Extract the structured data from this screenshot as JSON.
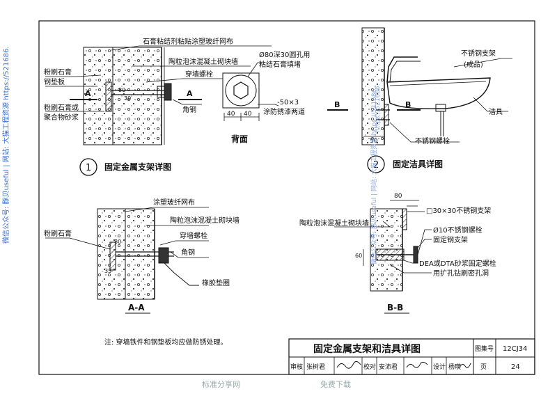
{
  "watermarks": {
    "left_vertical": "微信公众号: 豚贝useful | 网站: 大猫工程资源 https://521686.",
    "mid_vertical_1": "微信公众号: 豚贝useful | 网站: 大猫工程资源 https://521686.",
    "mid_vertical_2": "https://521686.",
    "bottom_left": "标准分享网",
    "bottom_right": "免费下载"
  },
  "detail1": {
    "num": "1",
    "title": "固定金属支架详图",
    "labels": {
      "gypsum_adhesive_mesh": "石膏粘结剂粘贴涂塑玻纤网布",
      "ceramsite_wall": "陶粒泡沫混凝土砌块墙",
      "through_bolt": "穿墙螺栓",
      "plaster": "粉刷石膏",
      "steel_pad": "钢垫板",
      "plaster_or_mortar_1": "粉刷石膏或",
      "plaster_or_mortar_2": "聚合物砂浆",
      "angle_steel": "角钢",
      "section_mark_A": "A",
      "dim_80": "80",
      "dim_30": "30",
      "hole_note_1": "Ø80深30圆孔用",
      "hole_note_2": "粘结石膏填堵",
      "plate": "-50×3",
      "dim_40a": "40",
      "dim_40b": "40",
      "antirust": "涂防锈漆两道",
      "back_view": "背面"
    }
  },
  "detail2": {
    "num": "2",
    "title": "固定洁具详图",
    "labels": {
      "ss_bracket_1": "不锈钢支架",
      "ss_bracket_2": "(成品)",
      "fixture": "洁具",
      "ss_bolt": "不锈钢螺栓",
      "section_mark_B": "B",
      "dim_50": "50"
    }
  },
  "sectionAA": {
    "title": "A-A",
    "labels": {
      "mesh": "涂塑玻纤网布",
      "ceramsite_wall": "陶粒泡沫混凝土砌块墙",
      "through_bolt": "穿墙螺栓",
      "angle_steel": "角钢",
      "plaster": "粉刷石膏",
      "rubber_pad": "橡胶垫圈",
      "dim_80": "80",
      "dim_35": "35"
    }
  },
  "sectionBB": {
    "title": "B-B",
    "labels": {
      "dim_80": "80",
      "ss_angle": "□30×30不锈钢支架",
      "ceramsite_wall": "陶粒泡沫混凝土砌块墙",
      "ss_bolt_10": "Ø10不锈钢螺栓",
      "fixed_bracket": "固定钢支架",
      "dea_bolt": "DEA或DTA砂浆固定螺栓",
      "drill_note": "用扩孔钻刷密孔洞",
      "dim_60": "60"
    }
  },
  "note": "注: 穿墙铁件和钢垫板均应做防锈处理。",
  "title_block": {
    "main_title": "固定金属支架和洁具详图",
    "atlas_label": "图集号",
    "atlas_no": "12CJ34",
    "review_label": "审核",
    "review_name": "张树君",
    "check_label": "校对",
    "check_name": "安沛君",
    "design_label": "设计",
    "design_name": "杨瑛",
    "page_label": "页",
    "page_no": "24"
  }
}
